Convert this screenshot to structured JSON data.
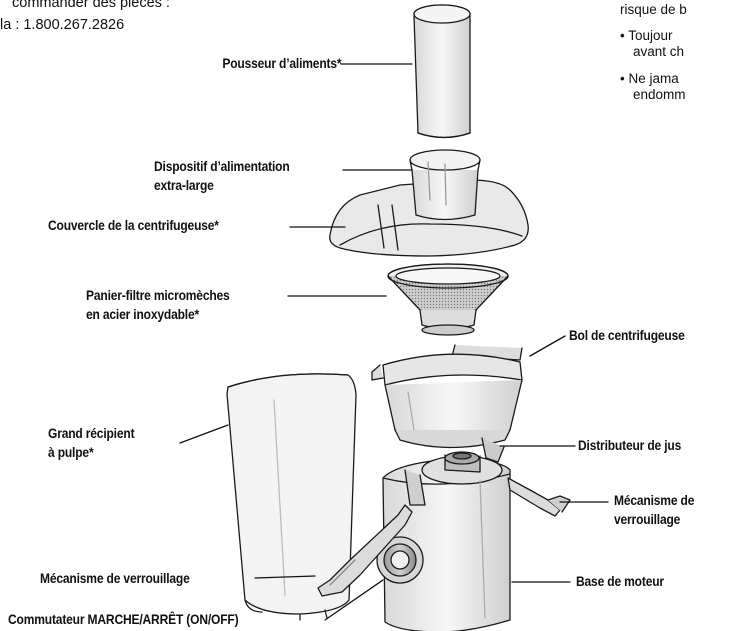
{
  "header_left": {
    "line1": "commander des pièces :",
    "line2": "la : 1.800.267.2826"
  },
  "notes_right": {
    "line1": "risque de b",
    "bullet1_a": "• Toujour",
    "bullet1_b": "avant ch",
    "bullet2_a": "• Ne jama",
    "bullet2_b": "endomm"
  },
  "parts": {
    "food_pusher": "Pousseur d’aliments*",
    "feed_tube_1": "Dispositif d’alimentation",
    "feed_tube_2": "extra-large",
    "cover": "Couvercle de la centrifugeuse*",
    "filter_1": "Panier-filtre micromèches",
    "filter_2": "en acier inoxydable*",
    "bowl": "Bol de centrifugeuse",
    "pulp_1": "Grand récipient",
    "pulp_2": "à pulpe*",
    "spout": "Distributeur de jus",
    "lock_right_1": "Mécanisme de",
    "lock_right_2": "verrouillage",
    "lock_left": "Mécanisme de verrouillage",
    "motor_base": "Base de moteur",
    "switch": "Commutateur MARCHE/ARRÊT (ON/OFF)"
  }
}
